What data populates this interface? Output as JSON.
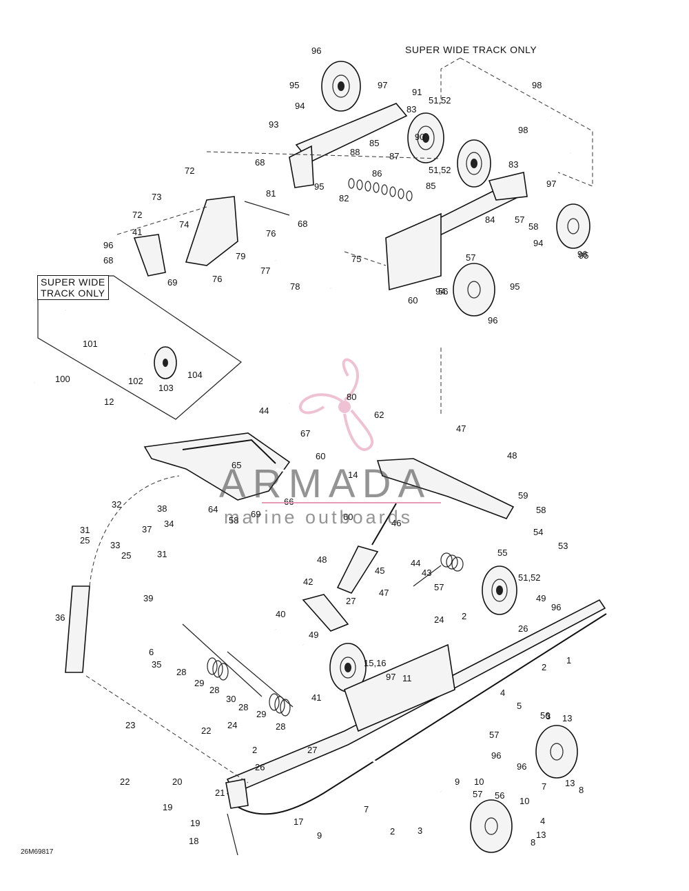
{
  "notes": {
    "swt_top": "SUPER WIDE TRACK ONLY",
    "swt_left_1": "SUPER WIDE",
    "swt_left_2": "TRACK ONLY"
  },
  "watermark": {
    "brand": "ARMADA",
    "tagline": "marine outboards",
    "accent_color": "#e59ab6"
  },
  "drawing_code": "26M69817",
  "callouts": [
    "96",
    "95",
    "94",
    "97",
    "91",
    "83",
    "51,52",
    "90",
    "93",
    "85",
    "88",
    "87",
    "68",
    "86",
    "95",
    "82",
    "85",
    "98",
    "98",
    "51,52",
    "83",
    "97",
    "57",
    "58",
    "94",
    "95",
    "96",
    "84",
    "57",
    "56",
    "94",
    "95",
    "96",
    "60",
    "72",
    "73",
    "74",
    "81",
    "76",
    "68",
    "72",
    "41",
    "96",
    "68",
    "69",
    "79",
    "77",
    "76",
    "78",
    "75",
    "101",
    "102",
    "103",
    "104",
    "100",
    "12",
    "44",
    "80",
    "67",
    "62",
    "47",
    "48",
    "60",
    "65",
    "14",
    "64",
    "66",
    "58",
    "69",
    "60",
    "46",
    "59",
    "58",
    "54",
    "55",
    "53",
    "32",
    "38",
    "34",
    "31",
    "25",
    "37",
    "33",
    "25",
    "31",
    "48",
    "45",
    "44",
    "43",
    "57",
    "51,52",
    "42",
    "27",
    "47",
    "49",
    "96",
    "49",
    "40",
    "2",
    "24",
    "26",
    "39",
    "36",
    "6",
    "35",
    "28",
    "29",
    "28",
    "30",
    "15,16",
    "97",
    "11",
    "1",
    "2",
    "41",
    "28",
    "29",
    "28",
    "24",
    "2",
    "27",
    "26",
    "23",
    "22",
    "22",
    "20",
    "21",
    "19",
    "19",
    "18",
    "17",
    "4",
    "5",
    "3",
    "56",
    "13",
    "57",
    "96",
    "96",
    "7",
    "13",
    "8",
    "9",
    "10",
    "57",
    "56",
    "10",
    "7",
    "2",
    "3",
    "4",
    "13",
    "8",
    "9",
    "96"
  ]
}
